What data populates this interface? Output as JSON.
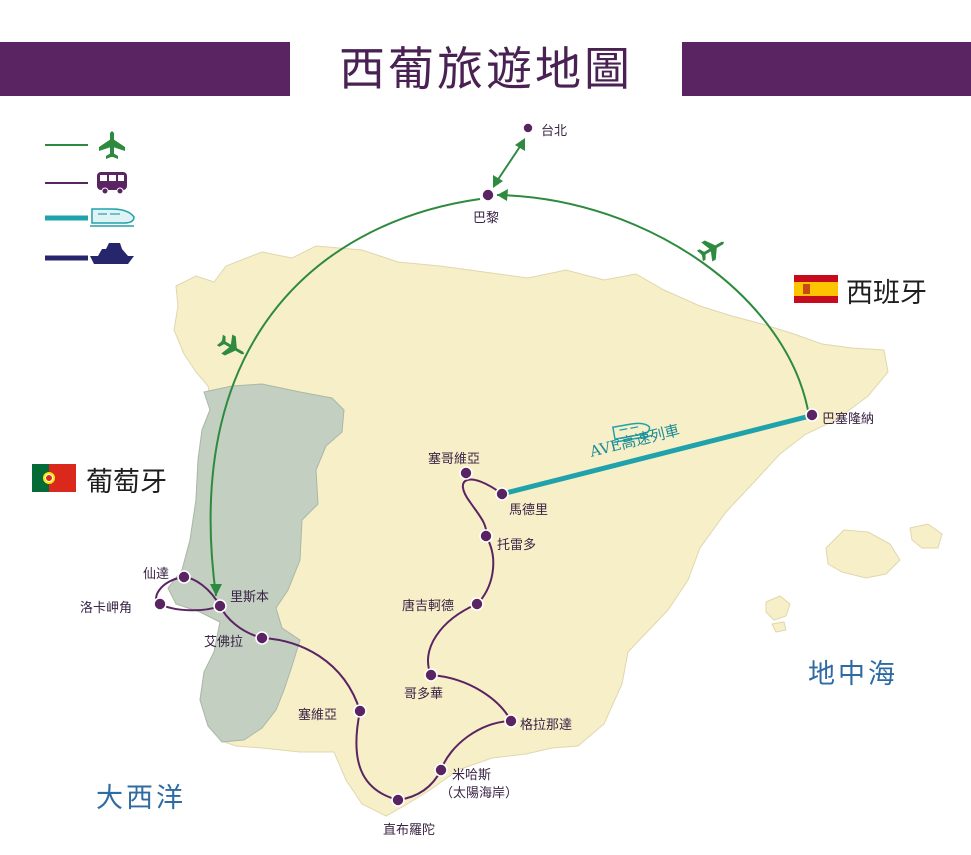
{
  "title": "西葡旅遊地圖",
  "legend": [
    {
      "icon": "airplane-icon",
      "color": "#2e8a3e"
    },
    {
      "icon": "bus-icon",
      "color": "#5a2462"
    },
    {
      "icon": "high-speed-train-icon",
      "color": "#1fa2ab"
    },
    {
      "icon": "cruise-ship-icon",
      "color": "#27256b"
    }
  ],
  "countries": {
    "spain": "西班牙",
    "portugal": "葡萄牙"
  },
  "seas": {
    "mediterranean": "地中海",
    "atlantic": "大西洋"
  },
  "cities": {
    "taipei": "台北",
    "paris": "巴黎",
    "barcelona": "巴塞隆納",
    "madrid": "馬德里",
    "segovia": "塞哥維亞",
    "toledo": "托雷多",
    "consuegra": "唐吉軻德",
    "cordoba": "哥多華",
    "granada": "格拉那達",
    "mijas": "米哈斯",
    "mijas_sub": "（太陽海岸）",
    "gibraltar": "直布羅陀",
    "seville": "塞維亞",
    "evora": "艾佛拉",
    "lisbon": "里斯本",
    "sintra": "仙達",
    "cabo_da_roca": "洛卡岬角"
  },
  "routes": {
    "ave_label": "AVE高速列車"
  },
  "colors": {
    "land_spain": "#f7efc8",
    "land_portugal": "#c2cfc1",
    "flight": "#2e8a3e",
    "bus": "#5a2462",
    "train": "#1fa2ab",
    "banner": "#5a2462"
  }
}
